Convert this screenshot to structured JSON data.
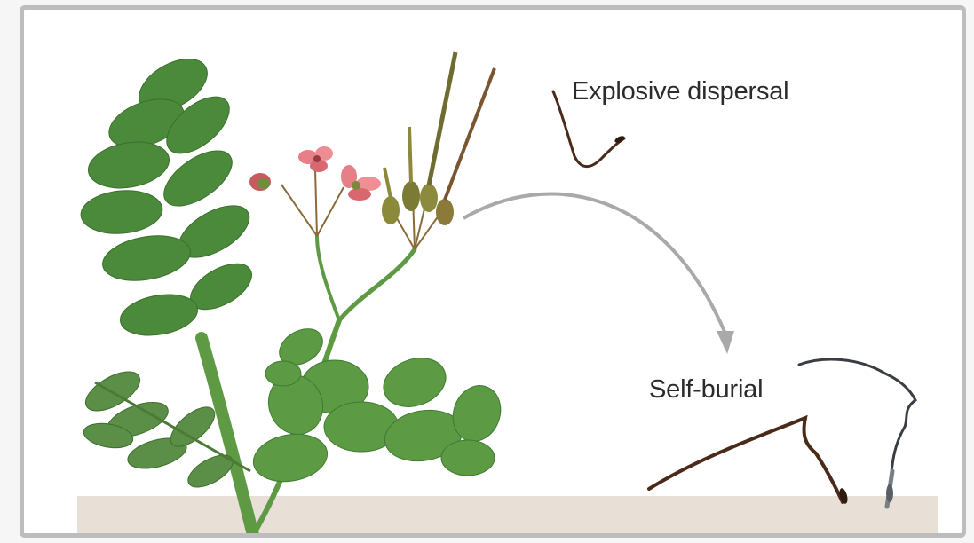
{
  "labels": {
    "explosive": "Explosive dispersal",
    "burial": "Self-burial"
  },
  "colors": {
    "frame_border": "#bdbdbd",
    "ground": "#e8dfd7",
    "arrow": "#a9a9a9",
    "leaf": "#4c8a3b",
    "leaf_dark": "#3a6f2c",
    "petal": "#e77f86",
    "seed": "#4a2a18",
    "seed_gray": "#7a7f86"
  },
  "icons": [
    "plant-illustration",
    "seed-explosive",
    "seed-burial-dark",
    "seed-burial-gray",
    "curved-arrow"
  ]
}
